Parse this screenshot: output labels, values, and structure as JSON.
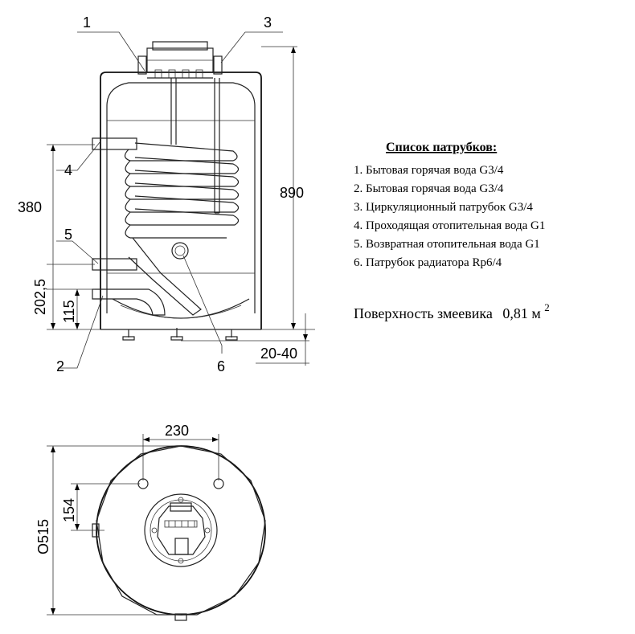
{
  "callouts": {
    "c1": "1",
    "c2": "2",
    "c3": "3",
    "c4": "4",
    "c5": "5",
    "c6": "6"
  },
  "dimensions": {
    "height_total": "890",
    "h380": "380",
    "h202": "202,5",
    "h115": "115",
    "feet": "20-40",
    "width_230": "230",
    "h154": "154",
    "diameter": "O515"
  },
  "legend": {
    "title": "Список патрубков:",
    "items": [
      "1. Бытовая горячая вода G3/4",
      "2. Бытовая горячая вода G3/4",
      "3. Циркуляционный патрубок G3/4",
      "4. Проходящая отопительная вода G1",
      "5. Возвратная отопительная вода G1",
      "6. Патрубок радиатора Rp6/4"
    ]
  },
  "surface": {
    "label": "Поверхность змеевика",
    "value": "0,81 м",
    "sup": "2"
  }
}
